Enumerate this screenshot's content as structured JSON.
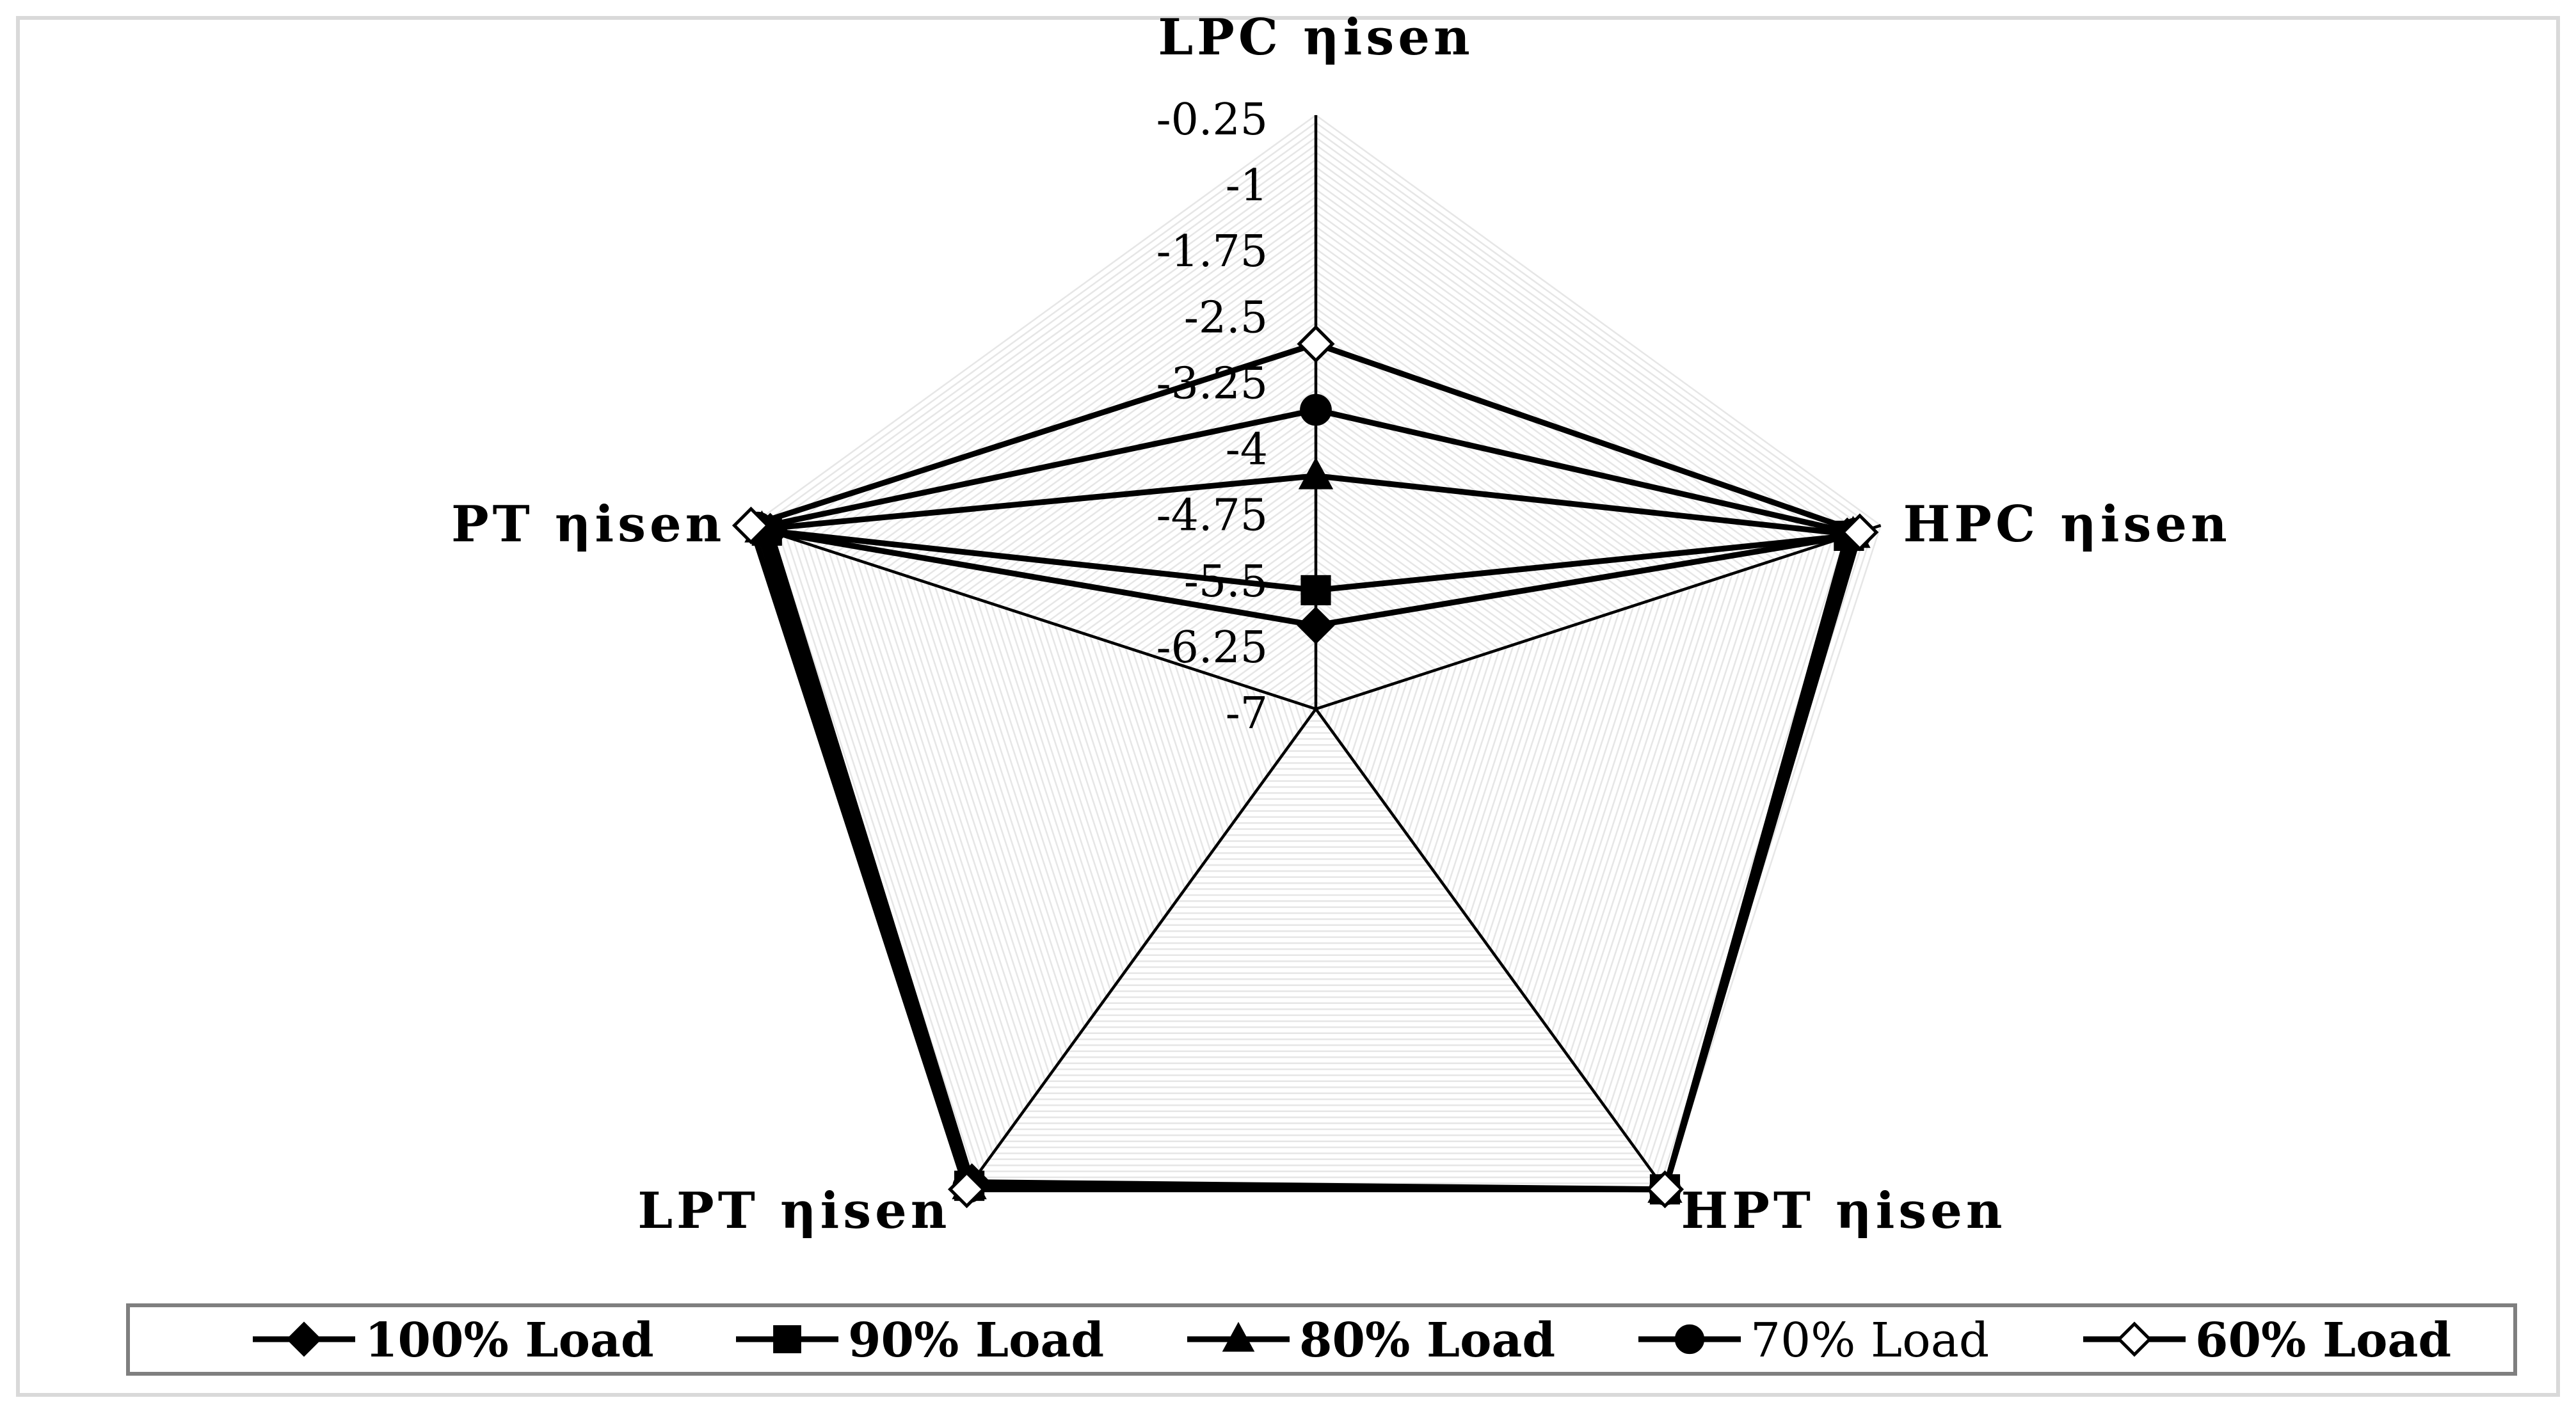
{
  "chart_data": {
    "type": "radar",
    "title": "",
    "axes": [
      "LPC ηisen",
      "HPC ηisen",
      "HPT ηisen",
      "LPT ηisen",
      "PT ηisen"
    ],
    "rlim": [
      -7,
      -0.25
    ],
    "ticks": [
      "-0.25",
      "-1",
      "-1.75",
      "-2.5",
      "-3.25",
      "-4",
      "-4.75",
      "-5.5",
      "-6.25",
      "-7"
    ],
    "tick_values": [
      -0.25,
      -1,
      -1.75,
      -2.5,
      -3.25,
      -4,
      -4.75,
      -5.5,
      -6.25,
      -7
    ],
    "grid": true,
    "legend_position": "bottom",
    "series": [
      {
        "name": "100% Load",
        "marker": "diamond-filled",
        "values": [
          -6.05,
          -0.65,
          -0.25,
          -0.35,
          -0.48
        ]
      },
      {
        "name": "90% Load",
        "marker": "square-filled",
        "values": [
          -5.65,
          -0.63,
          -0.25,
          -0.3,
          -0.44
        ]
      },
      {
        "name": "80% Load",
        "marker": "triangle-filled",
        "values": [
          -4.35,
          -0.58,
          -0.25,
          -0.3,
          -0.38
        ]
      },
      {
        "name": "70% Load",
        "marker": "circle-filled",
        "values": [
          -3.6,
          -0.55,
          -0.25,
          -0.28,
          -0.33
        ]
      },
      {
        "name": "60% Load",
        "marker": "diamond-open",
        "values": [
          -2.85,
          -0.5,
          -0.25,
          -0.25,
          -0.25
        ]
      }
    ]
  }
}
